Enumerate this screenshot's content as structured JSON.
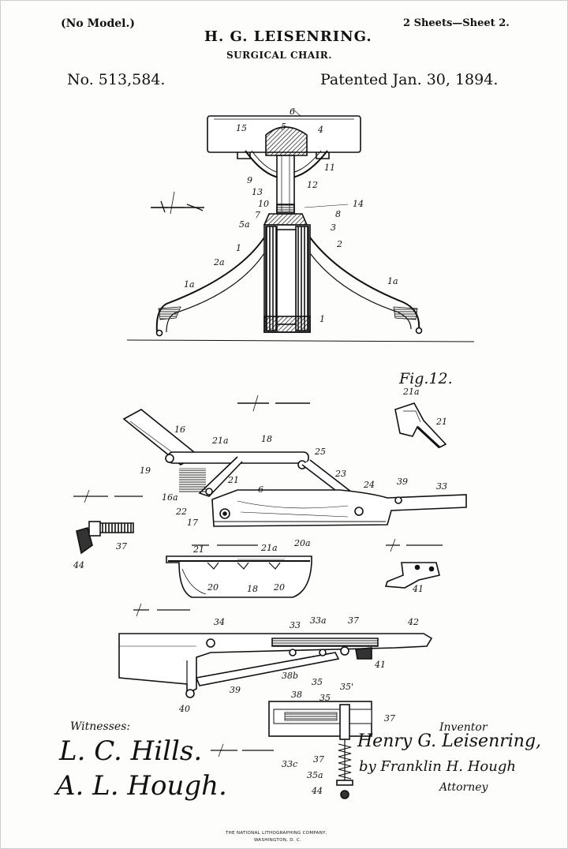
{
  "header": {
    "model_note": "(No Model.)",
    "sheets": "2 Sheets—Sheet 2.",
    "inventor": "H. G. LEISENRING.",
    "title": "SURGICAL CHAIR.",
    "patent_number": "No. 513,584.",
    "patent_date": "Patented Jan. 30, 1894."
  },
  "figures": {
    "fig12_label": "Fig.12."
  },
  "refs": {
    "seat_top": [
      "6",
      "5",
      "15",
      "4",
      "9",
      "11",
      "13",
      "12",
      "10",
      "14",
      "8",
      "7",
      "5a",
      "3",
      "2",
      "1",
      "2a",
      "1a",
      "1a",
      "1"
    ],
    "fig4": [
      "16",
      "21a",
      "18",
      "25",
      "19",
      "16a",
      "21",
      "23",
      "24",
      "39",
      "33",
      "22",
      "6",
      "17"
    ],
    "fig12": [
      "21a",
      "21"
    ],
    "fig9": [
      "37",
      "44"
    ],
    "fig5": [
      "20a",
      "21",
      "21a",
      "20",
      "18",
      "20"
    ],
    "fig10": [
      "41"
    ],
    "fig7": [
      "34",
      "33",
      "33a",
      "37",
      "42",
      "38b",
      "35",
      "41",
      "39",
      "40"
    ],
    "fig8": [
      "38",
      "35",
      "35'",
      "37",
      "37",
      "33c",
      "35a",
      "44"
    ]
  },
  "signatures": {
    "witnesses_label": "Witnesses:",
    "witness_1": "L. C. Hills.",
    "witness_2": "A. L. Hough.",
    "inventor_label": "Inventor",
    "inventor_signature": "Henry G. Leisenring,",
    "attorney_signature": "by Franklin H. Hough",
    "attorney_label": "Attorney"
  },
  "footer": {
    "line1": "THE NATIONAL LITHOGRAPHING COMPANY,",
    "line2": "WASHINGTON, D. C."
  }
}
